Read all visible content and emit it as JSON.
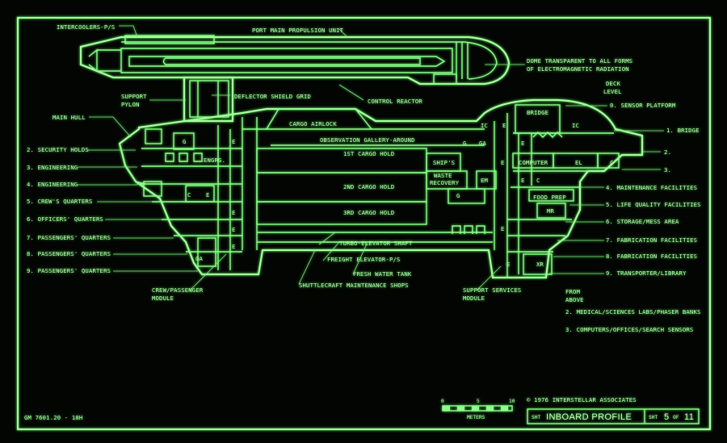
{
  "labels": {
    "intercoolers": "INTERCOOLERS-P/S",
    "port_main_propulsion": "PORT MAIN PROPULSION UNIT",
    "dome": "DOME TRANSPARENT TO ALL FORMS",
    "dome2": "OF ELECTROMAGNETIC RADIATION",
    "support_pylon": "SUPPORT",
    "support_pylon2": "PYLON",
    "deflector": "DEFLECTOR SHIELD GRID",
    "control_reactor": "CONTROL REACTOR",
    "main_hull": "MAIN HULL",
    "cargo_airlock": "CARGO AIRLOCK",
    "observation": "OBSERVATION GALLERY-AROUND",
    "cargo1": "1ST CARGO HOLD",
    "cargo2": "2ND CARGO HOLD",
    "cargo3": "3RD CARGO HOLD",
    "ships": "SHIP'S",
    "waste1": "WASTE",
    "waste2": "RECOVERY",
    "em": "EM",
    "bridge": "BRIDGE",
    "engrg": "ENGRG.",
    "computer": "COMPUTER",
    "el": "EL",
    "food_prep": "FOOD PREP",
    "mr": "MR",
    "xr": "XR",
    "ic": "IC",
    "turbo": "TURBO-ELEVATOR SHAFT",
    "freight": "FREIGHT ELEVATOR-P/S",
    "fresh_water": "FRESH WATER TANK",
    "shuttlecraft": "SHUTTLECRAFT MAINTENANCE SHOPS",
    "crew_module1": "CREW/PASSENGER",
    "crew_module2": "MODULE",
    "support_module1": "SUPPORT SERVICES",
    "support_module2": "MODULE"
  },
  "deck_header": {
    "line1": "DECK",
    "line2": "LEVEL"
  },
  "left_decks": [
    "2. SECURITY HOLDS",
    "3. ENGINEERING",
    "4. ENGINEERING",
    "5. CREW'S QUARTERS",
    "6. OFFICERS' QUARTERS",
    "7. PASSENGERS' QUARTERS",
    "8. PASSENGERS' QUARTERS",
    "9. PASSENGERS' QUARTERS"
  ],
  "right_decks": [
    "0. SENSOR PLATFORM",
    "1. BRIDGE",
    "2.",
    "3.",
    "4. MAINTENANCE FACILITIES",
    "5. LIFE QUALITY FACILITIES",
    "6. STORAGE/MESS AREA",
    "7. FABRICATION FACILITIES",
    "8. FABRICATION FACILITIES",
    "9. TRANSPORTER/LIBRARY"
  ],
  "from_above": {
    "line1": "FROM",
    "line2": "ABOVE",
    "item2": "2. MEDICAL/SCIENCES LABS/PHASER BANKS",
    "item3": "3. COMPUTERS/OFFICES/SEARCH SENSORS"
  },
  "scale": {
    "t0": "0",
    "t5": "5",
    "t10": "10",
    "unit": "METERS"
  },
  "footer": {
    "copyright": "© 1976 INTERSTELLAR ASSOCIATES",
    "drawing_no": "GM 7601.20 - 18H",
    "sht_label": "SHT",
    "title": "INBOARD PROFILE",
    "sht_label2": "SHT",
    "sheet_no": "5",
    "of": "OF",
    "sheet_total": "11"
  },
  "room_codes": {
    "g": "G",
    "e": "E",
    "c": "C",
    "ga": "GA"
  }
}
